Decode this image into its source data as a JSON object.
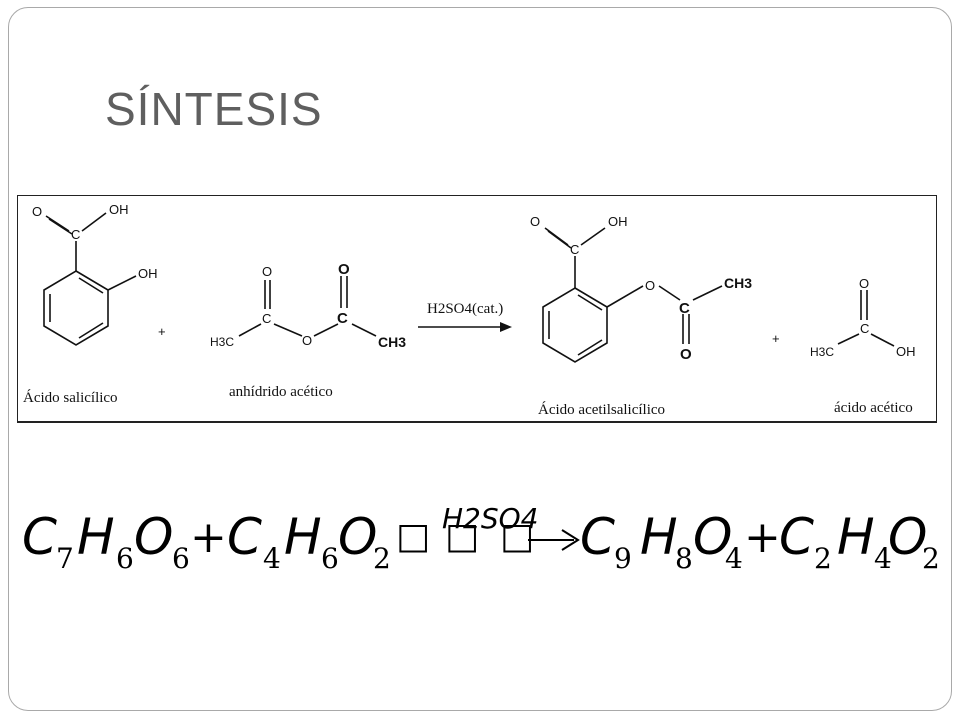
{
  "slide": {
    "title": "SÍNTESIS"
  },
  "reaction_scheme": {
    "reactant1": {
      "caption": "Ácido salicílico",
      "atoms": {
        "o_carbonyl": "O",
        "oh_carboxyl": "OH",
        "c_carboxyl": "C",
        "oh_phenol": "OH"
      }
    },
    "plus1": "+",
    "reactant2": {
      "caption": "anhídrido acético",
      "atoms": {
        "o_left": "O",
        "o_right": "O",
        "c_left": "C",
        "c_right": "C",
        "o_bridge": "O",
        "ch3_left": "H3C",
        "ch3_right": "CH3"
      }
    },
    "catalyst": "H2SO4(cat.)",
    "product1": {
      "caption": "Ácido acetilsalicílico",
      "atoms": {
        "o_carbonyl": "O",
        "oh_carboxyl": "OH",
        "c_carboxyl": "C",
        "o_ester": "O",
        "c_acetyl": "C",
        "ch3": "CH3",
        "o_acetyl": "O"
      }
    },
    "plus2": "+",
    "product2": {
      "caption": "ácido acético",
      "atoms": {
        "o_top": "O",
        "c": "C",
        "ch3": "H3C",
        "oh": "OH"
      }
    }
  },
  "equation": {
    "terms": [
      {
        "symbol": "C",
        "sub": "7"
      },
      {
        "symbol": "H",
        "sub": "6"
      },
      {
        "symbol": "O",
        "sub": "6"
      },
      {
        "op": "+"
      },
      {
        "symbol": "C",
        "sub": "4"
      },
      {
        "symbol": "H",
        "sub": "6"
      },
      {
        "symbol": "O",
        "sub": "2"
      },
      {
        "arrow_catalyst": "H2SO4"
      },
      {
        "symbol": "C",
        "sub": "9"
      },
      {
        "symbol": "H",
        "sub": "8"
      },
      {
        "symbol": "O",
        "sub": "4"
      },
      {
        "op": "+"
      },
      {
        "symbol": "C",
        "sub": "2"
      },
      {
        "symbol": "H",
        "sub": "4"
      },
      {
        "symbol": "O",
        "sub": "2"
      }
    ],
    "missing_glyph": "□"
  }
}
